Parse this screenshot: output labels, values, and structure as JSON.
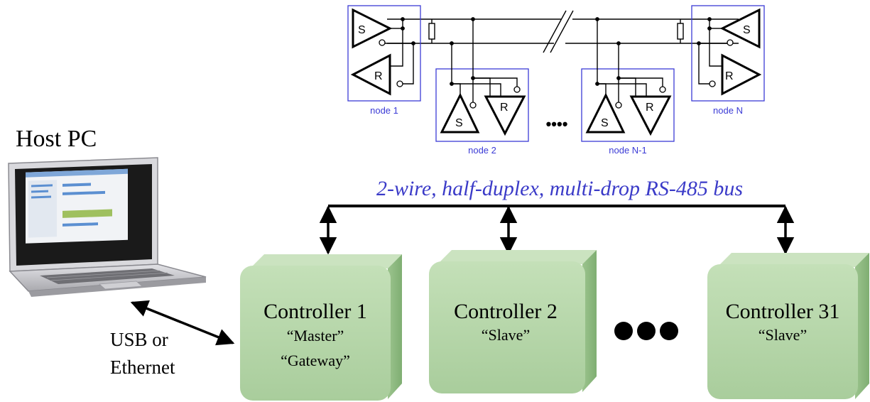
{
  "host": {
    "label": "Host PC"
  },
  "connection": {
    "line1": "USB  or",
    "line2": "Ethernet"
  },
  "bus": {
    "label": "2-wire, half-duplex, multi-drop RS-485 bus"
  },
  "nodes": [
    {
      "label": "node 1"
    },
    {
      "label": "node 2"
    },
    {
      "label": "node N-1"
    },
    {
      "label": "node N"
    }
  ],
  "schematic": {
    "sender_letter": "S",
    "receiver_letter": "R",
    "ellipsis": "••••"
  },
  "controllers": [
    {
      "name": "Controller 1",
      "role1": "“Master”",
      "role2": "“Gateway”"
    },
    {
      "name": "Controller 2",
      "role1": "“Slave”",
      "role2": ""
    },
    {
      "name": "Controller 31",
      "role1": "“Slave”",
      "role2": ""
    }
  ],
  "colors": {
    "node_box": "#3b3bd6",
    "bus_label": "#3b3bc8",
    "controller_face": "#b9d8ad",
    "controller_side": "#8fbb82",
    "controller_top": "#c9e2bf",
    "laptop_body": "#c8c8cc",
    "laptop_screen": "#1a1a1a"
  }
}
